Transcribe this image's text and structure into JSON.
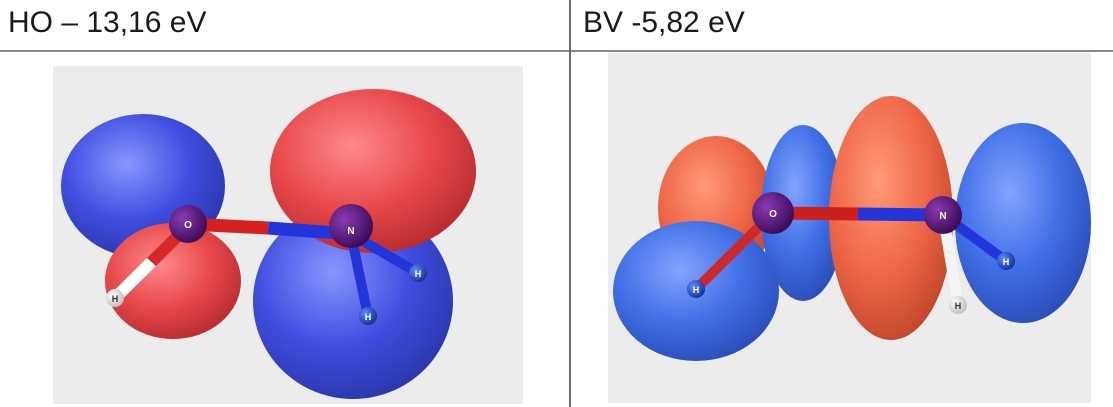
{
  "panels": [
    {
      "title": "HO – 13,16 eV",
      "atoms": {
        "oxygen": "O",
        "nitrogen": "N",
        "hydrogen_1": "H",
        "hydrogen_2": "H",
        "hydrogen_3": "H"
      }
    },
    {
      "title": "BV -5,82 eV",
      "atoms": {
        "oxygen": "O",
        "nitrogen": "N",
        "hydrogen_1": "H",
        "hydrogen_2": "H",
        "hydrogen_3": "H"
      }
    }
  ],
  "colors": {
    "positive_lobe": "#e8484a",
    "negative_lobe": "#3f4ee0",
    "bv_positive_lobe": "#ef6748",
    "bv_negative_lobe": "#3f6ee6",
    "oxygen_atom": "#5b1680",
    "hydrogen_atom": "#f2f2f2",
    "background_panel": "#ececec"
  }
}
